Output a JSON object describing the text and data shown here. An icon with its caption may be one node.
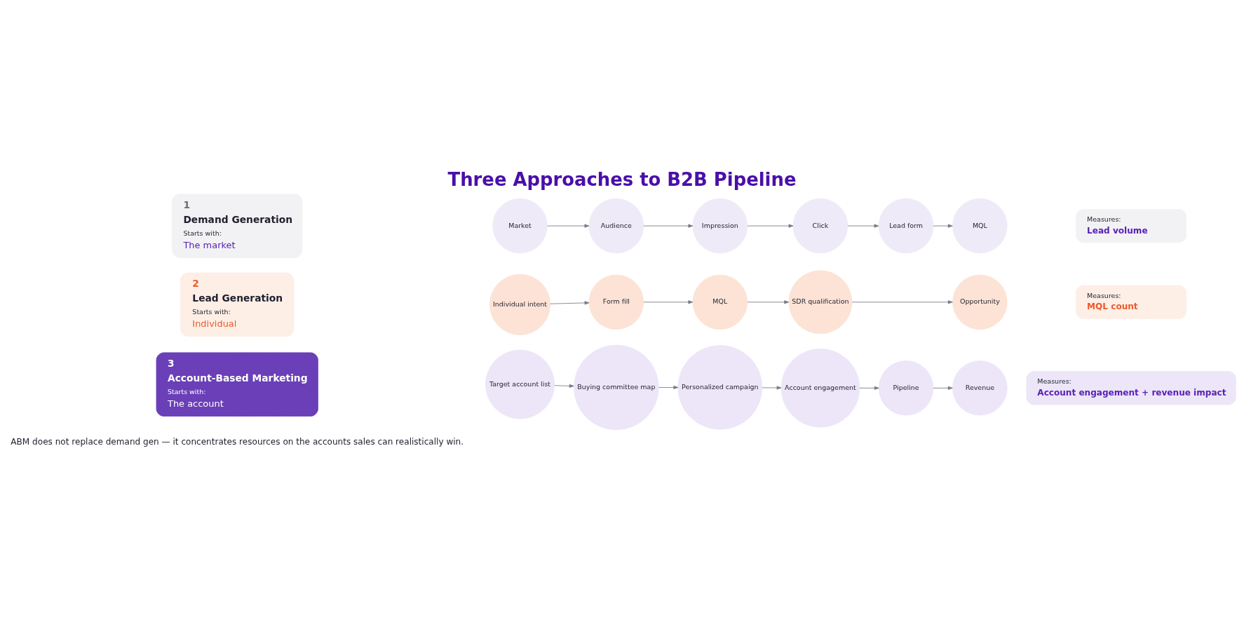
{
  "diagram": {
    "title": "Three Approaches to B2B Pipeline",
    "nodes": [
      {
        "text": [
          "1",
          "Demand Generation",
          "Starts with:",
          "The market"
        ]
      },
      {
        "text": [
          "Market"
        ]
      },
      {
        "text": [
          "Audience"
        ]
      },
      {
        "text": [
          "Impression"
        ]
      },
      {
        "text": [
          "Click"
        ]
      },
      {
        "text": [
          "Lead form"
        ]
      },
      {
        "text": [
          "MQL"
        ]
      },
      {
        "text": [
          "Measures:",
          "Lead volume"
        ]
      },
      {
        "text": [
          "2",
          "Lead Generation",
          "Starts with:",
          "Individual"
        ]
      },
      {
        "text": [
          "Individual intent"
        ]
      },
      {
        "text": [
          "Form fill"
        ]
      },
      {
        "text": [
          "MQL"
        ]
      },
      {
        "text": [
          "SDR qualification"
        ]
      },
      {
        "text": [
          "Opportunity"
        ]
      },
      {
        "text": [
          "Measures:",
          "MQL count"
        ]
      },
      {
        "text": [
          "3",
          "Account-Based Marketing",
          "Starts with:",
          "The account"
        ]
      },
      {
        "text": [
          "Target account list"
        ]
      },
      {
        "text": [
          "Buying committee map"
        ]
      },
      {
        "text": [
          "Personalized campaign"
        ]
      },
      {
        "text": [
          "Account engagement"
        ]
      },
      {
        "text": [
          "Pipeline"
        ]
      },
      {
        "text": [
          "Revenue"
        ]
      },
      {
        "text": [
          "Measures:",
          "Account engagement + revenue impact"
        ]
      }
    ],
    "edges": [
      {
        "from": 1,
        "to": 2,
        "arrow": "to"
      },
      {
        "from": 2,
        "to": 3,
        "arrow": "to"
      },
      {
        "from": 3,
        "to": 4,
        "arrow": "to"
      },
      {
        "from": 4,
        "to": 5,
        "arrow": "to"
      },
      {
        "from": 5,
        "to": 6,
        "arrow": "to"
      },
      {
        "from": 9,
        "to": 10,
        "arrow": "to"
      },
      {
        "from": 10,
        "to": 11,
        "arrow": "to"
      },
      {
        "from": 11,
        "to": 12,
        "arrow": "to"
      },
      {
        "from": 12,
        "to": 13,
        "arrow": "to"
      },
      {
        "from": 16,
        "to": 17,
        "arrow": "to"
      },
      {
        "from": 17,
        "to": 18,
        "arrow": "to"
      },
      {
        "from": 18,
        "to": 19,
        "arrow": "to"
      },
      {
        "from": 19,
        "to": 20,
        "arrow": "to"
      },
      {
        "from": 20,
        "to": 21,
        "arrow": "to"
      }
    ],
    "labels": [
      "ABM does not replace demand gen — it concentrates resources on the accounts sales can realistically win."
    ]
  }
}
